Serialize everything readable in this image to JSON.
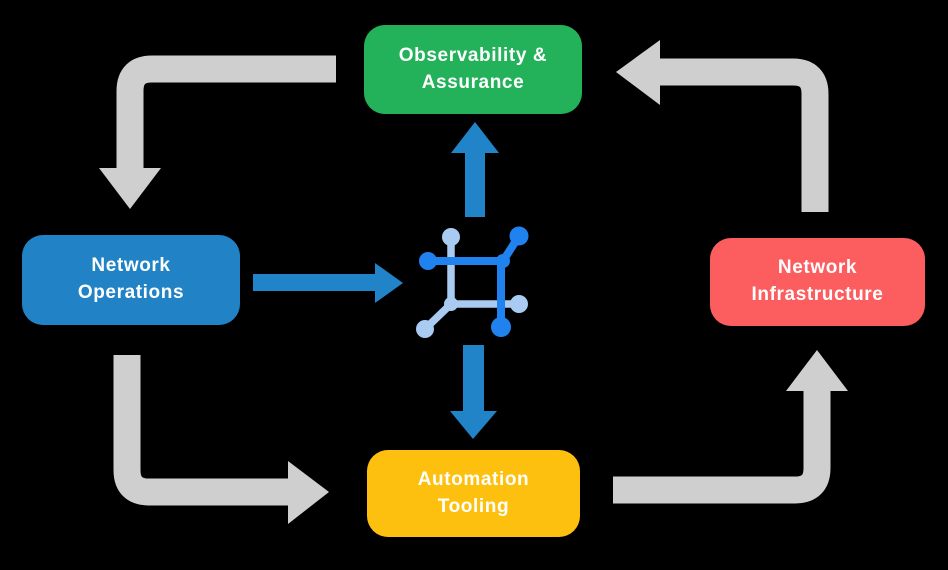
{
  "background": "#000000",
  "colors": {
    "cycle_arrow": "#CFCFCF",
    "hub_arrow": "#2184C8",
    "label_text": "#FFFFFF"
  },
  "icon": {
    "name": "network-hub-icon",
    "dark": "#1F82EE",
    "light": "#A9CBF2"
  },
  "nodes": {
    "observability": {
      "label": "Observability &\nAssurance",
      "color": "#23B25A"
    },
    "operations": {
      "label": "Network\nOperations",
      "color": "#2183C5"
    },
    "infrastructure": {
      "label": "Network\nInfrastructure",
      "color": "#FC5D5F"
    },
    "automation": {
      "label": "Automation\nTooling",
      "color": "#FEC00F"
    }
  },
  "flows": {
    "cycle": [
      "Observability & Assurance -> Network Operations",
      "Network Operations -> Automation Tooling",
      "Automation Tooling -> Network Infrastructure",
      "Network Infrastructure -> Observability & Assurance"
    ],
    "hub": [
      "Network Operations -> hub",
      "hub -> Observability & Assurance",
      "hub -> Automation Tooling"
    ]
  }
}
